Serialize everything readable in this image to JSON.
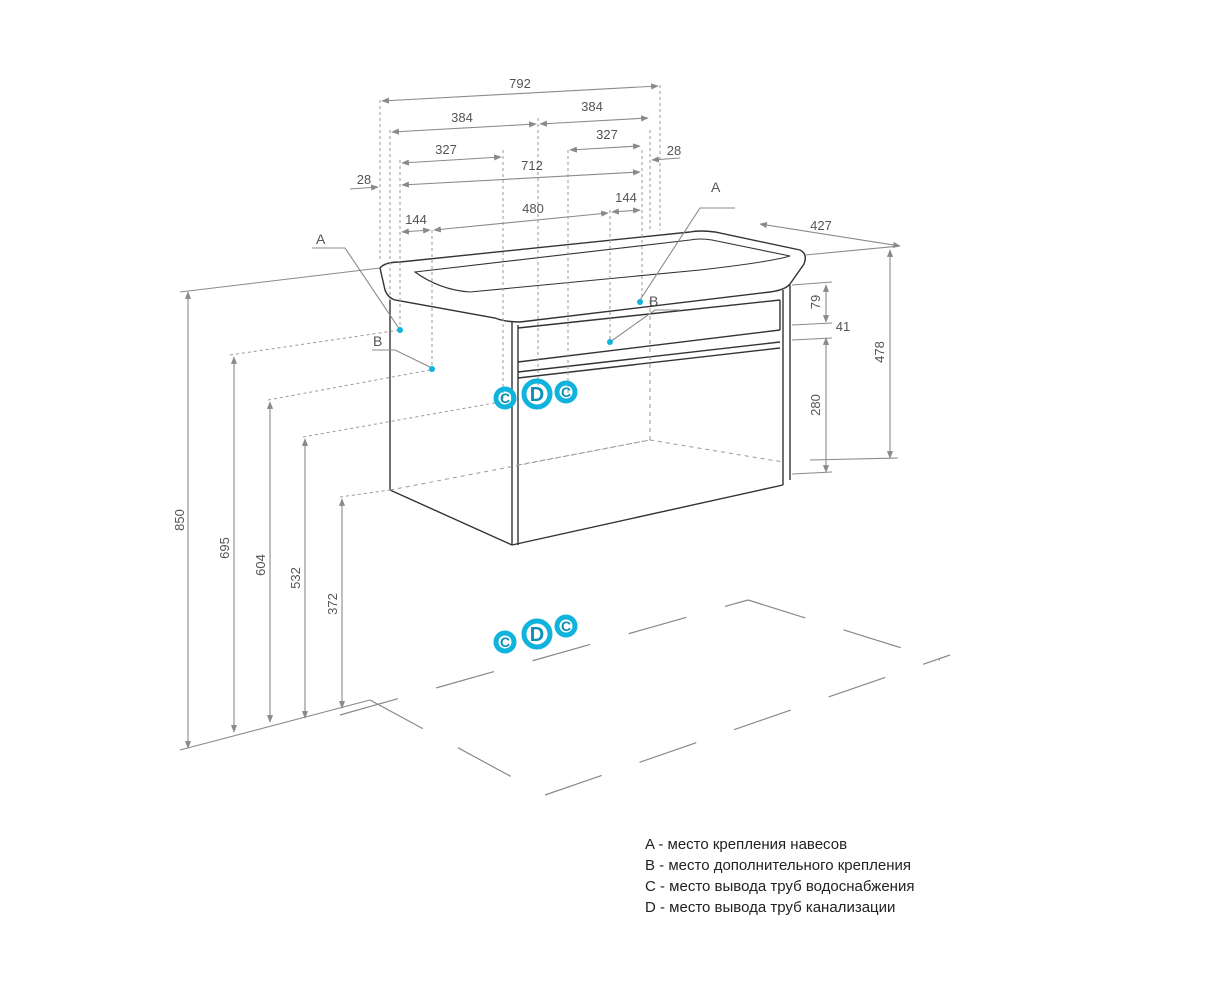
{
  "colors": {
    "outline": "#333333",
    "dimension": "#8a8a8a",
    "dotted": "#9a9a9a",
    "accent": "#0fb3dc",
    "legend_text": "#222222"
  },
  "dimensions": {
    "overall_width": "792",
    "half_width_left": "384",
    "half_width_right": "384",
    "offset_left": "327",
    "offset_right": "327",
    "inner_width": "712",
    "edge_left": "28",
    "edge_right": "28",
    "hanger_offset_left": "144",
    "hanger_spacing": "480",
    "hanger_offset_right": "144",
    "depth": "427",
    "total_height": "850",
    "hanger_height": "695",
    "extra_mount_height": "604",
    "water_outlet_height": "532",
    "cabinet_bottom_height": "372",
    "cabinet_height": "478",
    "top_gap": "79",
    "drawer_gap": "41",
    "drawer_height": "280"
  },
  "callouts": {
    "mount_left": "A",
    "mount_right": "A",
    "extra_left": "B",
    "extra_right": "B"
  },
  "pipe_badges": {
    "water": "C",
    "drain": "D"
  },
  "legend": [
    {
      "letter": "A",
      "text": "A - место крепления навесов"
    },
    {
      "letter": "B",
      "text": "B - место дополнительного крепления"
    },
    {
      "letter": "C",
      "text": "C - место вывода труб водоснабжения"
    },
    {
      "letter": "D",
      "text": "D - место вывода труб канализации"
    }
  ]
}
